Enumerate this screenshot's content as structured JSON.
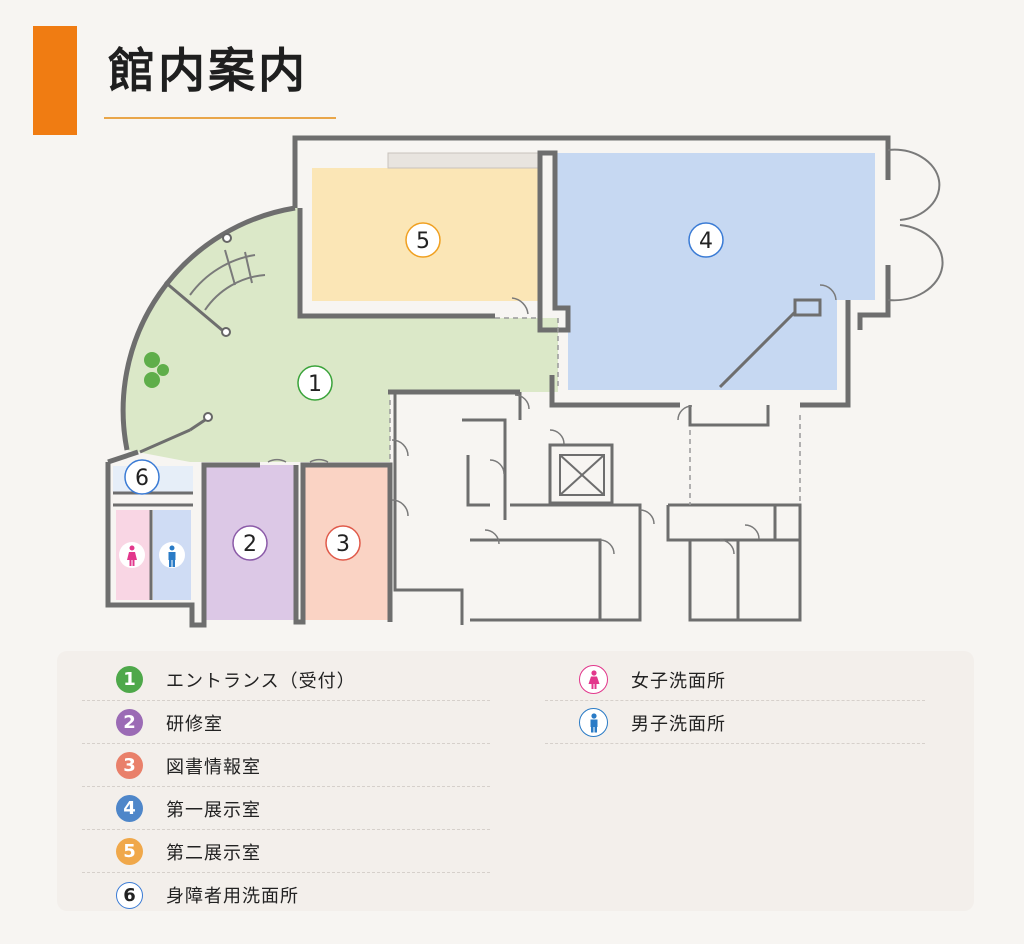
{
  "header": {
    "title": "館内案内"
  },
  "map": {
    "rooms": [
      {
        "number": "1",
        "color": "#dbe8c8",
        "ring": "#3aa33a"
      },
      {
        "number": "2",
        "color": "#dcc8e6",
        "ring": "#8b5aa8"
      },
      {
        "number": "3",
        "color": "#fad3c4",
        "ring": "#e05a4a"
      },
      {
        "number": "4",
        "color": "#c6d8f2",
        "ring": "#3a7bd5"
      },
      {
        "number": "5",
        "color": "#fbe6b6",
        "ring": "#f0a020"
      },
      {
        "number": "6",
        "color": "#ffffff",
        "ring": "#3a7bd5"
      }
    ],
    "icons": [
      "female-restroom-icon",
      "male-restroom-icon",
      "plant-icon",
      "elevator-icon"
    ]
  },
  "legend": {
    "items": [
      {
        "number": "1",
        "label": "エントランス（受付）",
        "color": "#4ea84a"
      },
      {
        "number": "2",
        "label": "研修室",
        "color": "#9b6bb5"
      },
      {
        "number": "3",
        "label": "図書情報室",
        "color": "#e9806a"
      },
      {
        "number": "4",
        "label": "第一展示室",
        "color": "#4e86c9"
      },
      {
        "number": "5",
        "label": "第二展示室",
        "color": "#f0a84a"
      },
      {
        "number": "6",
        "label": "身障者用洗面所",
        "color": "#ffffff"
      }
    ],
    "restrooms": [
      {
        "label": "女子洗面所",
        "color": "#e2378c",
        "icon": "female-icon"
      },
      {
        "label": "男子洗面所",
        "color": "#2a7bc6",
        "icon": "male-icon"
      }
    ]
  }
}
